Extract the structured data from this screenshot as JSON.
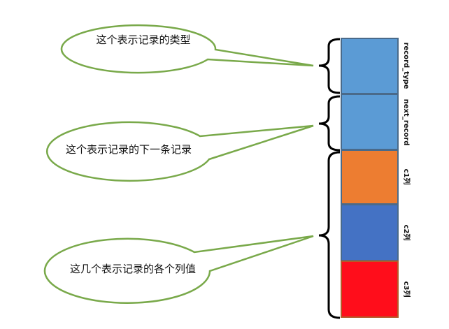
{
  "callouts": [
    {
      "text": "这个表示记录的类型"
    },
    {
      "text": "这个表示记录的下一条记录"
    },
    {
      "text": "这几个表示记录的各个列值"
    }
  ],
  "fields": [
    {
      "label": "record_type",
      "color": "#5b9bd5"
    },
    {
      "label": "next_record",
      "color": "#5b9bd5"
    },
    {
      "label": "c1列",
      "color": "#ed7d31"
    },
    {
      "label": "c2列",
      "color": "#4472c4"
    },
    {
      "label": "c3列",
      "color": "#ff0d1b"
    }
  ],
  "colors": {
    "callout_stroke": "#79a94a",
    "callout_fill": "#ffffff",
    "field_border": "#4a6a8a",
    "c3_border": "#b45a2a",
    "brace": "#000000"
  }
}
